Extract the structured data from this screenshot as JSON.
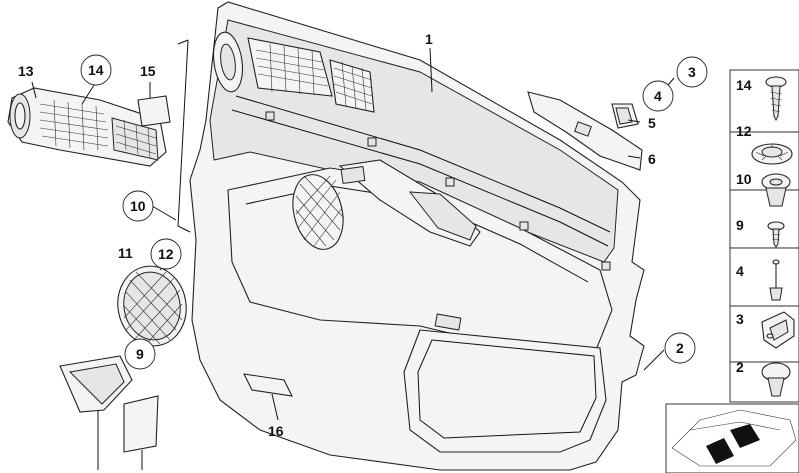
{
  "diagram": {
    "callouts": [
      {
        "id": "c1",
        "text": "1"
      },
      {
        "id": "c2",
        "text": "2"
      },
      {
        "id": "c3",
        "text": "3"
      },
      {
        "id": "c4",
        "text": "4"
      },
      {
        "id": "c5",
        "text": "5"
      },
      {
        "id": "c6",
        "text": "6"
      },
      {
        "id": "c9",
        "text": "9"
      },
      {
        "id": "c10",
        "text": "10"
      },
      {
        "id": "c11",
        "text": "11"
      },
      {
        "id": "c12",
        "text": "12"
      },
      {
        "id": "c13",
        "text": "13"
      },
      {
        "id": "c14",
        "text": "14"
      },
      {
        "id": "c15",
        "text": "15"
      },
      {
        "id": "c16",
        "text": "16"
      }
    ],
    "side_panel": [
      {
        "id": "s14",
        "text": "14",
        "part": "screw-icon"
      },
      {
        "id": "s12",
        "text": "12",
        "part": "push-nut-icon"
      },
      {
        "id": "s10",
        "text": "10",
        "part": "expanding-rivet-icon"
      },
      {
        "id": "s9",
        "text": "9",
        "part": "screw-icon"
      },
      {
        "id": "s4",
        "text": "4",
        "part": "pin-clip-icon"
      },
      {
        "id": "s3",
        "text": "3",
        "part": "bracket-clip-icon"
      },
      {
        "id": "s2",
        "text": "2",
        "part": "clip-icon"
      }
    ],
    "colors": {
      "line": "#111111",
      "fill": "#f4f4f4",
      "shade": "#e6e6e6"
    }
  }
}
